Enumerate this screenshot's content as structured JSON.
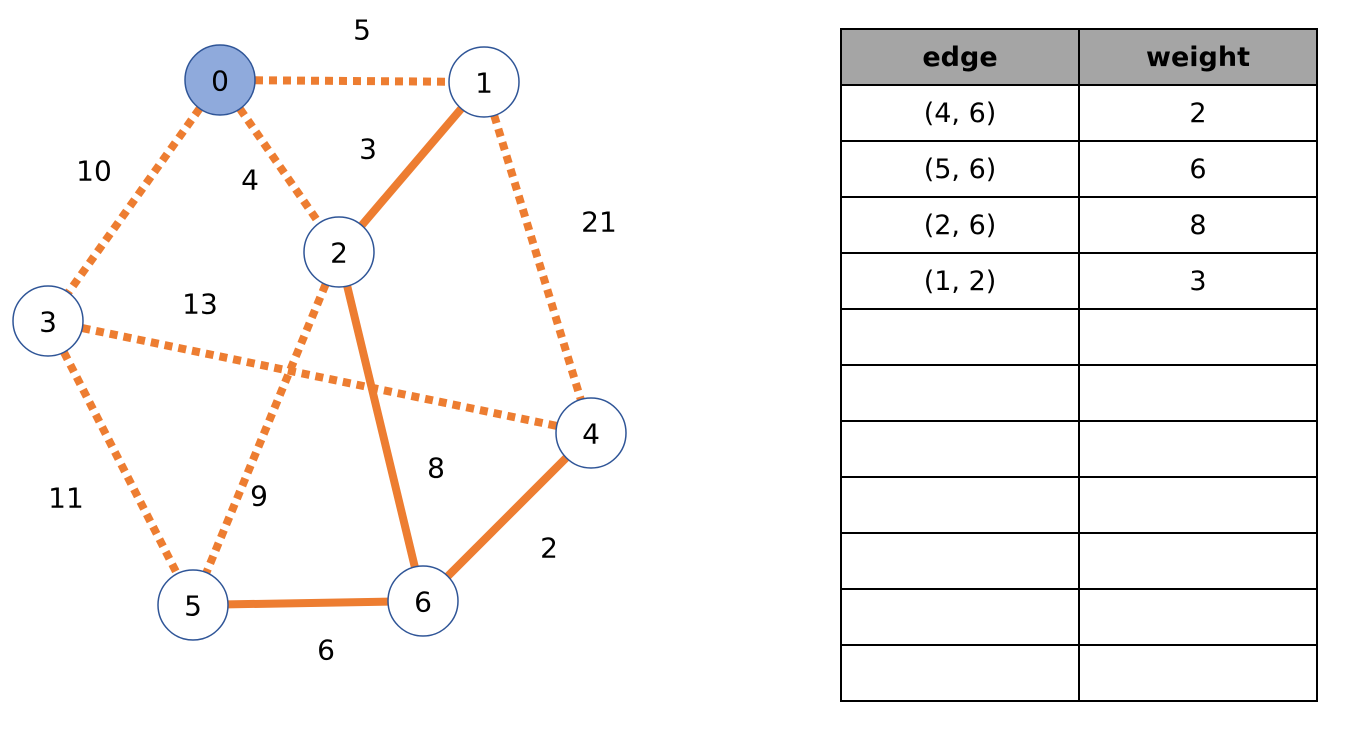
{
  "colors": {
    "edge": "#ed7d31",
    "node_fill": "#ffffff",
    "start_node_fill": "#8faadc",
    "node_stroke": "#2f5597",
    "header_fill": "#a5a5a5"
  },
  "graph": {
    "nodes": [
      {
        "id": "0",
        "start": true
      },
      {
        "id": "1"
      },
      {
        "id": "2"
      },
      {
        "id": "3"
      },
      {
        "id": "4"
      },
      {
        "id": "5"
      },
      {
        "id": "6"
      }
    ],
    "edges": [
      {
        "from": "0",
        "to": "1",
        "weight": "5",
        "style": "dotted"
      },
      {
        "from": "0",
        "to": "2",
        "weight": "4",
        "style": "dotted"
      },
      {
        "from": "0",
        "to": "3",
        "weight": "10",
        "style": "dotted"
      },
      {
        "from": "1",
        "to": "2",
        "weight": "3",
        "style": "solid"
      },
      {
        "from": "1",
        "to": "4",
        "weight": "21",
        "style": "dotted"
      },
      {
        "from": "2",
        "to": "5",
        "weight": "9",
        "style": "dotted"
      },
      {
        "from": "2",
        "to": "6",
        "weight": "8",
        "style": "solid"
      },
      {
        "from": "3",
        "to": "4",
        "weight": "13",
        "style": "dotted"
      },
      {
        "from": "3",
        "to": "5",
        "weight": "11",
        "style": "dotted"
      },
      {
        "from": "4",
        "to": "6",
        "weight": "2",
        "style": "solid"
      },
      {
        "from": "5",
        "to": "6",
        "weight": "6",
        "style": "solid"
      }
    ]
  },
  "table": {
    "headers": {
      "edge": "edge",
      "weight": "weight"
    },
    "rows": [
      {
        "edge": "(4, 6)",
        "weight": "2"
      },
      {
        "edge": "(5, 6)",
        "weight": "6"
      },
      {
        "edge": "(2, 6)",
        "weight": "8"
      },
      {
        "edge": "(1, 2)",
        "weight": "3"
      },
      {
        "edge": "",
        "weight": ""
      },
      {
        "edge": "",
        "weight": ""
      },
      {
        "edge": "",
        "weight": ""
      },
      {
        "edge": "",
        "weight": ""
      },
      {
        "edge": "",
        "weight": ""
      },
      {
        "edge": "",
        "weight": ""
      },
      {
        "edge": "",
        "weight": ""
      }
    ]
  }
}
